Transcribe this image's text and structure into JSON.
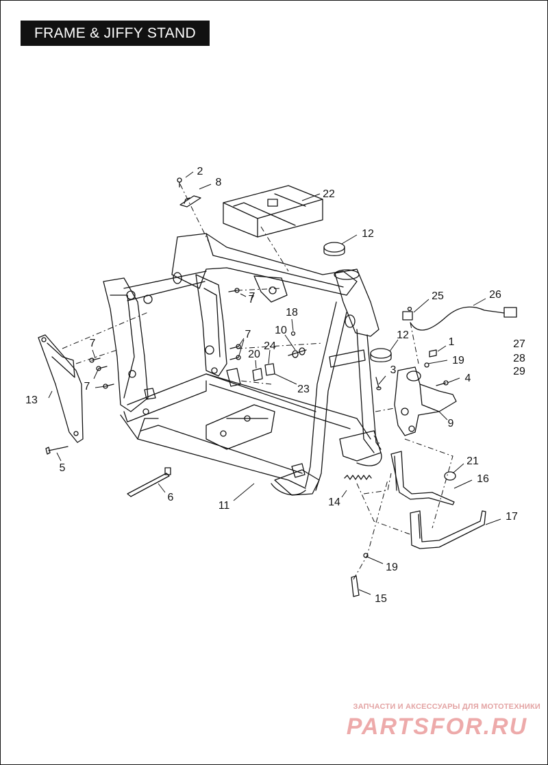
{
  "title": "FRAME & JIFFY STAND",
  "callouts": [
    "1",
    "2",
    "3",
    "4",
    "5",
    "6",
    "7",
    "7",
    "7",
    "7",
    "7",
    "8",
    "9",
    "10",
    "11",
    "12",
    "12",
    "13",
    "14",
    "15",
    "16",
    "17",
    "18",
    "19",
    "19",
    "20",
    "21",
    "22",
    "23",
    "24",
    "25",
    "26",
    "27",
    "28",
    "29"
  ],
  "watermark": {
    "caption": "ЗАПЧАСТИ И АКСЕССУАРЫ ДЛЯ МОТОТЕХНИКИ",
    "logo": "PARTSFOR.RU",
    "color": "#e06666"
  },
  "colors": {
    "ink": "#111111",
    "background": "#ffffff"
  }
}
